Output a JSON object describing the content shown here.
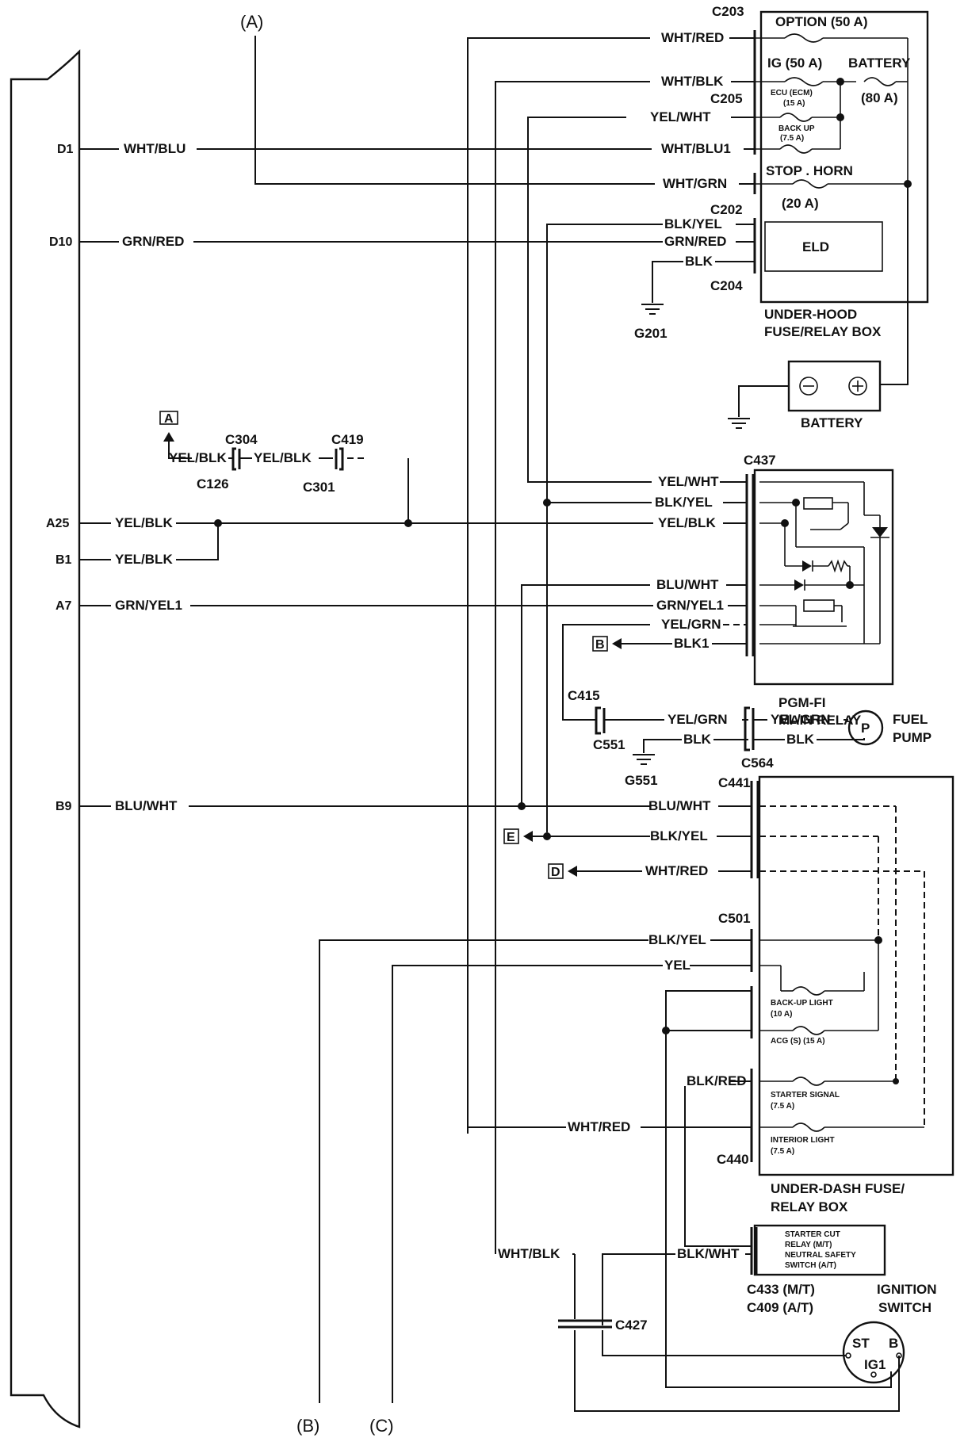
{
  "callouts": {
    "a": "(A)",
    "b": "(B)",
    "c": "(C)"
  },
  "ecu_pins": {
    "d1": "D1",
    "d10": "D10",
    "a25": "A25",
    "b1": "B1",
    "a7": "A7",
    "b9": "B9"
  },
  "wires": {
    "wht_blu": "WHT/BLU",
    "wht_blu1": "WHT/BLU1",
    "grn_red": "GRN/RED",
    "yel_blk": "YEL/BLK",
    "grn_yel1": "GRN/YEL1",
    "blu_wht": "BLU/WHT",
    "wht_red": "WHT/RED",
    "wht_blk": "WHT/BLK",
    "yel_wht": "YEL/WHT",
    "wht_grn": "WHT/GRN",
    "blk_yel": "BLK/YEL",
    "blk": "BLK",
    "blk1": "BLK1",
    "yel_grn": "YEL/GRN",
    "yel": "YEL",
    "blk_red": "BLK/RED",
    "blk_wht": "BLK/WHT"
  },
  "connectors": {
    "c203": "C203",
    "c205": "C205",
    "c202": "C202",
    "c204": "C204",
    "c304": "C304",
    "c419": "C419",
    "c126": "C126",
    "c301": "C301",
    "c437": "C437",
    "c415": "C415",
    "c551": "C551",
    "c564": "C564",
    "c441": "C441",
    "c501": "C501",
    "c440": "C440",
    "c427": "C427",
    "c433": "C433 (M/T)",
    "c409": "C409 (A/T)"
  },
  "grounds": {
    "g201": "G201",
    "g551": "G551"
  },
  "refs": {
    "a": "A",
    "b": "B",
    "d": "D",
    "e": "E"
  },
  "underhood": {
    "option": "OPTION (50 A)",
    "ig": "IG (50 A)",
    "battery_fuse": "BATTERY",
    "battery_amp": "(80 A)",
    "ecu": "ECU (ECM)",
    "ecu_amp": "(15 A)",
    "backup": "BACK UP",
    "backup_amp": "(7.5 A)",
    "stop_horn": "STOP . HORN",
    "stop_amp": "(20 A)",
    "eld": "ELD",
    "title1": "UNDER-HOOD",
    "title2": "FUSE/RELAY BOX"
  },
  "battery": {
    "label": "BATTERY"
  },
  "relay": {
    "title1": "PGM-FI",
    "title2": "MAIN RELAY"
  },
  "pump": {
    "symbol": "P",
    "label1": "FUEL",
    "label2": "PUMP"
  },
  "underdash": {
    "backup_light": "BACK-UP LIGHT",
    "backup_amp": "(10 A)",
    "acg": "ACG (S) (15 A)",
    "starter": "STARTER SIGNAL",
    "starter_amp": "(7.5 A)",
    "interior": "INTERIOR LIGHT",
    "interior_amp": "(7.5 A)",
    "title1": "UNDER-DASH FUSE/",
    "title2": "RELAY BOX"
  },
  "starter_cut": {
    "l1": "STARTER CUT",
    "l2": "RELAY (M/T)",
    "l3": "NEUTRAL SAFETY",
    "l4": "SWITCH (A/T)"
  },
  "ignition": {
    "label1": "IGNITION",
    "label2": "SWITCH",
    "st": "ST",
    "b": "B",
    "ig1": "IG1"
  }
}
